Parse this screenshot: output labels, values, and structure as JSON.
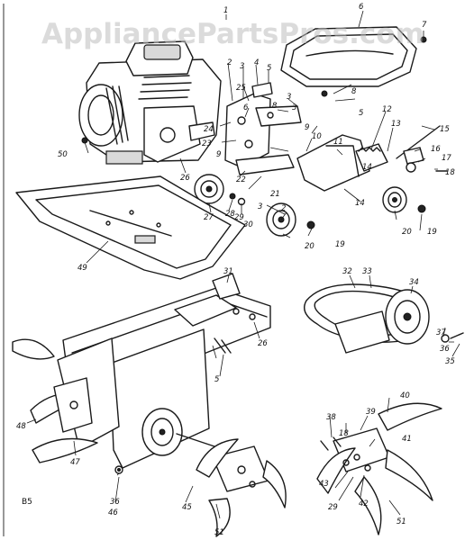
{
  "watermark": "AppliancePartsPros.com",
  "page_label": "B5",
  "callouts": [
    {
      "id": "c1",
      "text": "1"
    },
    {
      "id": "c2",
      "text": "2"
    },
    {
      "id": "c2b",
      "text": "2"
    },
    {
      "id": "c3",
      "text": "3"
    },
    {
      "id": "c3b",
      "text": "3"
    },
    {
      "id": "c3c",
      "text": "3"
    },
    {
      "id": "c3d",
      "text": "3"
    },
    {
      "id": "c4",
      "text": "4"
    },
    {
      "id": "c5",
      "text": "5"
    },
    {
      "id": "c5b",
      "text": "5"
    },
    {
      "id": "c5c",
      "text": "5"
    },
    {
      "id": "c6",
      "text": "6"
    },
    {
      "id": "c6b",
      "text": "6"
    },
    {
      "id": "c7",
      "text": "7"
    },
    {
      "id": "c8",
      "text": "8"
    },
    {
      "id": "c8b",
      "text": "8"
    },
    {
      "id": "c9",
      "text": "9"
    },
    {
      "id": "c9b",
      "text": "9"
    },
    {
      "id": "c10",
      "text": "10"
    },
    {
      "id": "c11",
      "text": "11"
    },
    {
      "id": "c12",
      "text": "12"
    },
    {
      "id": "c13",
      "text": "13"
    },
    {
      "id": "c14",
      "text": "14"
    },
    {
      "id": "c14b",
      "text": "14"
    },
    {
      "id": "c15",
      "text": "15"
    },
    {
      "id": "c16",
      "text": "16"
    },
    {
      "id": "c17",
      "text": "17"
    },
    {
      "id": "c18",
      "text": "18"
    },
    {
      "id": "c18b",
      "text": "18"
    },
    {
      "id": "c19",
      "text": "19"
    },
    {
      "id": "c19b",
      "text": "19"
    },
    {
      "id": "c20",
      "text": "20"
    },
    {
      "id": "c20b",
      "text": "20"
    },
    {
      "id": "c21",
      "text": "21"
    },
    {
      "id": "c22",
      "text": "22"
    },
    {
      "id": "c23",
      "text": "23"
    },
    {
      "id": "c24",
      "text": "24"
    },
    {
      "id": "c25",
      "text": "25"
    },
    {
      "id": "c26",
      "text": "26"
    },
    {
      "id": "c26b",
      "text": "26"
    },
    {
      "id": "c27",
      "text": "27"
    },
    {
      "id": "c28",
      "text": "28"
    },
    {
      "id": "c29",
      "text": "29"
    },
    {
      "id": "c29b",
      "text": "29"
    },
    {
      "id": "c30",
      "text": "30"
    },
    {
      "id": "c31",
      "text": "31"
    },
    {
      "id": "c32",
      "text": "32"
    },
    {
      "id": "c33",
      "text": "33"
    },
    {
      "id": "c34",
      "text": "34"
    },
    {
      "id": "c35",
      "text": "35"
    },
    {
      "id": "c36",
      "text": "36"
    },
    {
      "id": "c36b",
      "text": "36"
    },
    {
      "id": "c37",
      "text": "37"
    },
    {
      "id": "c38",
      "text": "38"
    },
    {
      "id": "c39",
      "text": "39"
    },
    {
      "id": "c40",
      "text": "40"
    },
    {
      "id": "c41",
      "text": "41"
    },
    {
      "id": "c42",
      "text": "42"
    },
    {
      "id": "c43",
      "text": "43"
    },
    {
      "id": "c45",
      "text": "45"
    },
    {
      "id": "c46",
      "text": "46"
    },
    {
      "id": "c47",
      "text": "47"
    },
    {
      "id": "c48",
      "text": "48"
    },
    {
      "id": "c49",
      "text": "49"
    },
    {
      "id": "c50",
      "text": "50"
    },
    {
      "id": "c51",
      "text": "51"
    },
    {
      "id": "c51b",
      "text": "51"
    }
  ]
}
